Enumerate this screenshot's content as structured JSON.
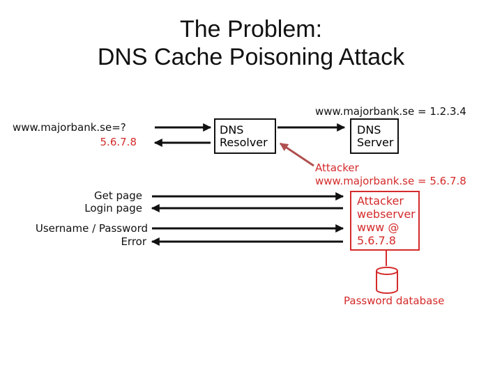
{
  "title": {
    "line1": "The Problem:",
    "line2": "DNS Cache Poisoning Attack"
  },
  "left": {
    "query": "www.majorbank.se=?",
    "answer": "5.6.7.8",
    "get_page": "Get page",
    "login_page": "Login page",
    "credentials": "Username / Password",
    "error": "Error"
  },
  "resolver": {
    "line1": "DNS",
    "line2": "Resolver"
  },
  "server": {
    "line1": "DNS",
    "line2": "Server"
  },
  "server_answer": "www.majorbank.se = 1.2.3.4",
  "attacker_reply": {
    "line1": "Attacker",
    "line2": "www.majorbank.se = 5.6.7.8"
  },
  "attacker_server": {
    "line1": "Attacker",
    "line2": "webserver",
    "line3": "www @",
    "line4": "5.6.7.8"
  },
  "database": {
    "label": "Password database"
  },
  "colors": {
    "ink": "#111111",
    "attack": "#d42a2a",
    "poison_arrow": "#b05050"
  }
}
